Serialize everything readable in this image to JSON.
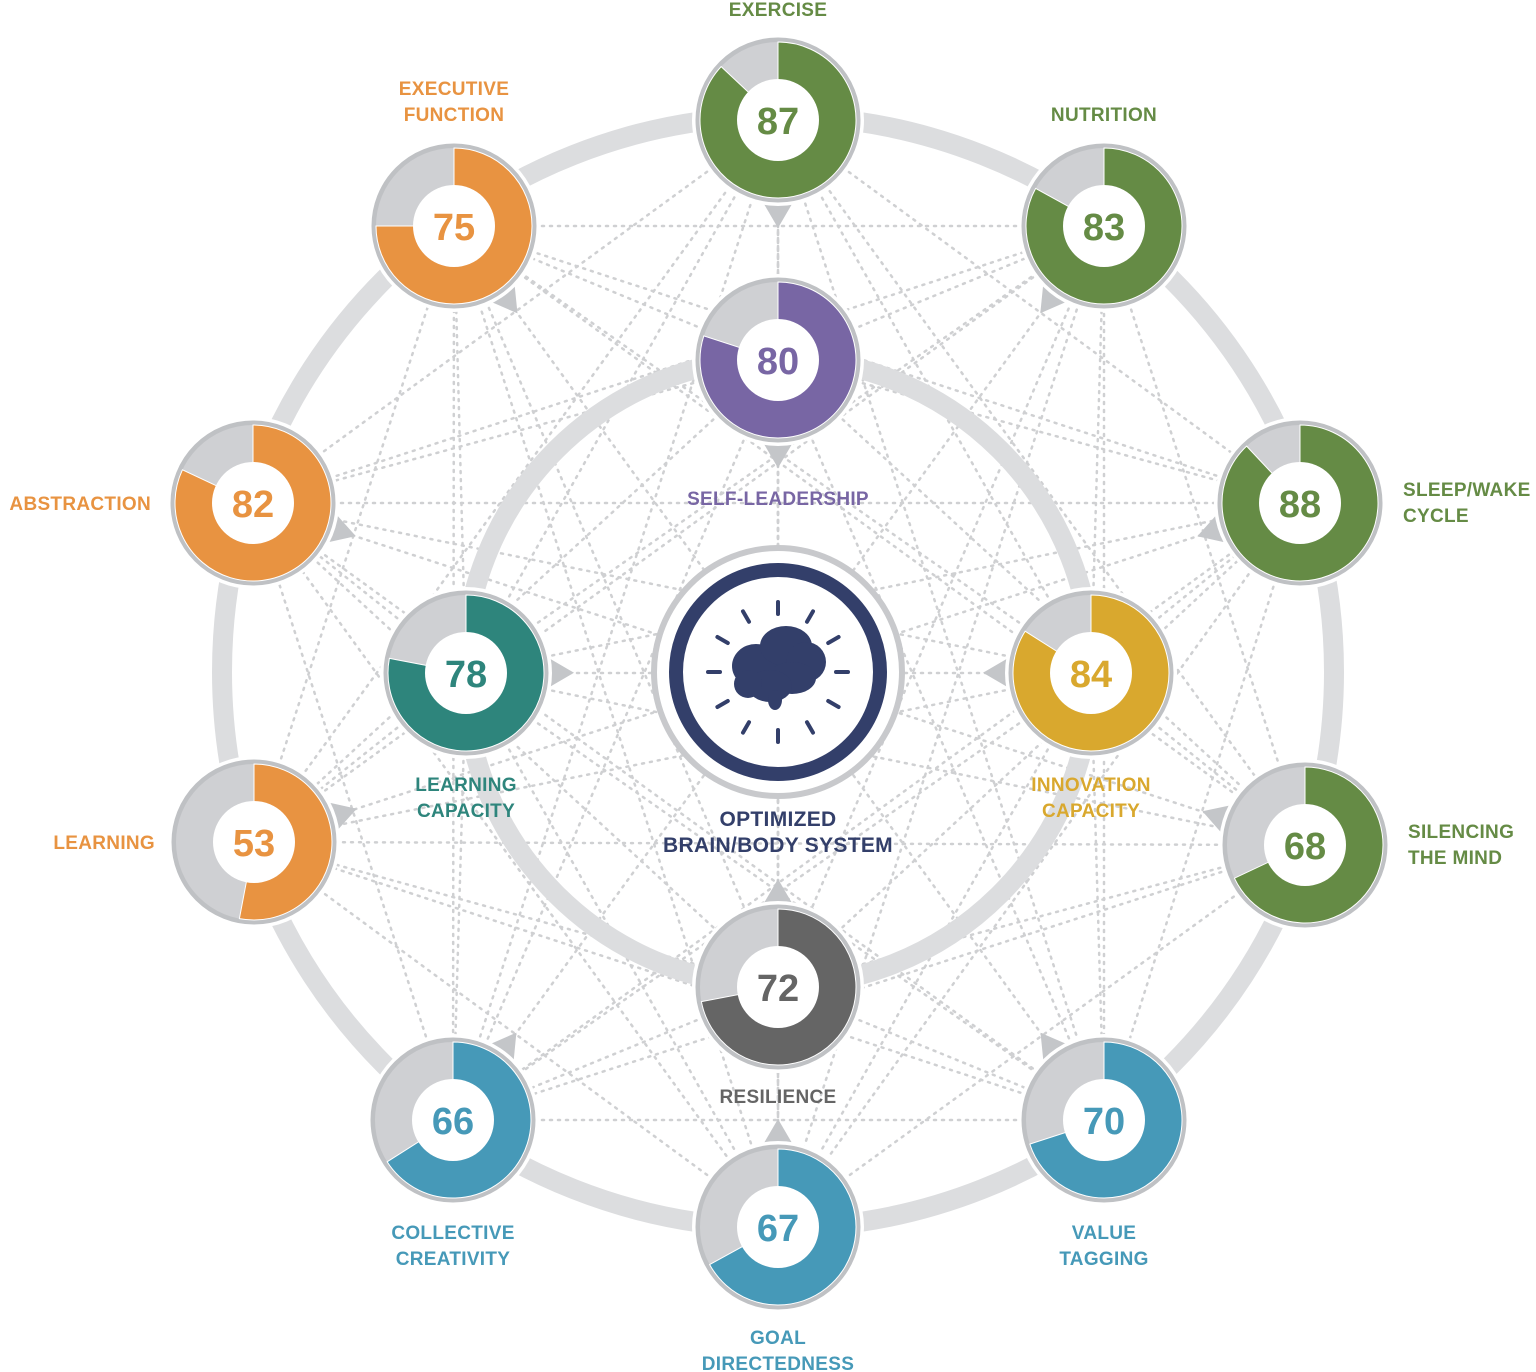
{
  "colors": {
    "ring": "#dcdddf",
    "dots": "#cfd0d2",
    "arrow": "#c4c6c9",
    "node_bg": "#cfd0d3",
    "node_border": "#bfc1c4",
    "center_navy": "#333f6a",
    "green": "#658b45",
    "orange": "#e89341",
    "blue": "#4699b8",
    "purple": "#7866a4",
    "teal": "#2e857c",
    "gold": "#d9a82e",
    "gray": "#656565"
  },
  "center": {
    "icon": "brain-icon",
    "label_line1": "OPTIMIZED",
    "label_line2": "BRAIN/BODY SYSTEM"
  },
  "outer_nodes": [
    {
      "id": "exercise",
      "value": 87,
      "label": [
        "EXERCISE"
      ],
      "color": "green"
    },
    {
      "id": "nutrition",
      "value": 83,
      "label": [
        "NUTRITION"
      ],
      "color": "green"
    },
    {
      "id": "sleep-wake-cycle",
      "value": 88,
      "label": [
        "SLEEP/WAKE",
        "CYCLE"
      ],
      "color": "green"
    },
    {
      "id": "silencing-the-mind",
      "value": 68,
      "label": [
        "SILENCING",
        "THE MIND"
      ],
      "color": "green"
    },
    {
      "id": "value-tagging",
      "value": 70,
      "label": [
        "VALUE",
        "TAGGING"
      ],
      "color": "blue"
    },
    {
      "id": "goal-directedness",
      "value": 67,
      "label": [
        "GOAL",
        "DIRECTEDNESS"
      ],
      "color": "blue"
    },
    {
      "id": "collective-creativity",
      "value": 66,
      "label": [
        "COLLECTIVE",
        "CREATIVITY"
      ],
      "color": "blue"
    },
    {
      "id": "learning",
      "value": 53,
      "label": [
        "LEARNING"
      ],
      "color": "orange"
    },
    {
      "id": "abstraction",
      "value": 82,
      "label": [
        "ABSTRACTION"
      ],
      "color": "orange"
    },
    {
      "id": "executive-function",
      "value": 75,
      "label": [
        "EXECUTIVE",
        "FUNCTION"
      ],
      "color": "orange"
    }
  ],
  "inner_nodes": [
    {
      "id": "self-leadership",
      "value": 80,
      "label": [
        "SELF-LEADERSHIP"
      ],
      "color": "purple"
    },
    {
      "id": "innovation-capacity",
      "value": 84,
      "label": [
        "INNOVATION",
        "CAPACITY"
      ],
      "color": "gold"
    },
    {
      "id": "resilience",
      "value": 72,
      "label": [
        "RESILIENCE"
      ],
      "color": "gray"
    },
    {
      "id": "learning-capacity",
      "value": 78,
      "label": [
        "LEARNING",
        "CAPACITY"
      ],
      "color": "teal"
    }
  ]
}
